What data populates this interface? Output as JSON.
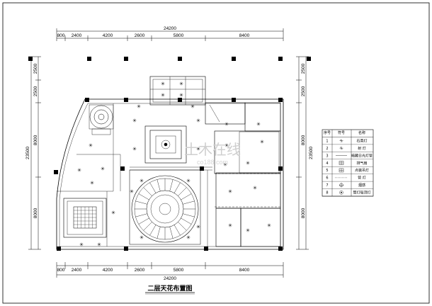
{
  "dimensions": {
    "top_total": "24200",
    "top_segments": [
      "800",
      "2400",
      "4200",
      "2600",
      "5800",
      "8400"
    ],
    "bottom_total": "24200",
    "bottom_segments": [
      "800",
      "2400",
      "4200",
      "2600",
      "5800",
      "8400"
    ],
    "left_total": "23500",
    "left_segments": [
      "2500",
      "2500",
      "8000",
      "8000"
    ],
    "right_total": "23500",
    "right_segments": [
      "2500",
      "2500",
      "8000",
      "8000"
    ]
  },
  "legend": {
    "headers": [
      "序号",
      "符号",
      "名称"
    ],
    "rows": [
      {
        "no": "1",
        "name": "石英灯",
        "symbol": "cross-star-icon"
      },
      {
        "no": "2",
        "name": "射 灯",
        "symbol": "star-icon"
      },
      {
        "no": "3",
        "name": "暗藏日光灯管",
        "symbol": "line-icon"
      },
      {
        "no": "4",
        "name": "排气扇",
        "symbol": "fan-grid-icon"
      },
      {
        "no": "5",
        "name": "点装吊灯",
        "symbol": "grid-box-icon"
      },
      {
        "no": "6",
        "name": "管 灯",
        "symbol": "dashed-line-icon"
      },
      {
        "no": "7",
        "name": "烟感",
        "symbol": "circle-cross-icon"
      },
      {
        "no": "8",
        "name": "筒灯吸顶灯",
        "symbol": "circle-dot-icon"
      }
    ]
  },
  "title": "二层天花布置图",
  "watermark": {
    "main": "土木在线",
    "sub": "co188.com"
  }
}
